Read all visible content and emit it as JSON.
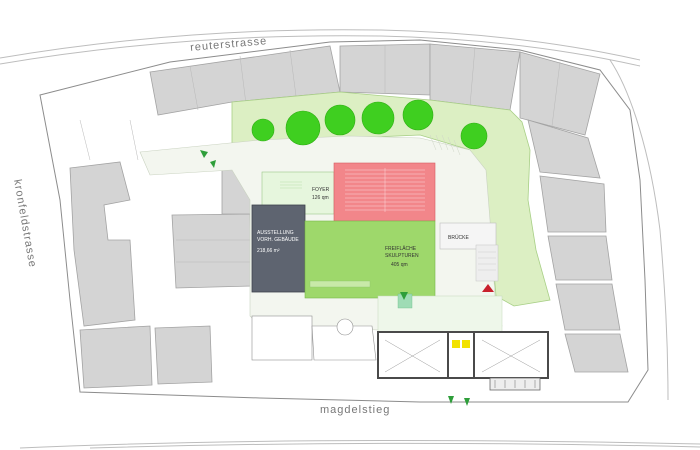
{
  "streets": {
    "north": "reuterstrasse",
    "west": "kronfeldstrasse",
    "south": "magdelstieg"
  },
  "rooms": {
    "foyer": {
      "name": "FOYER",
      "area": "126 qm"
    },
    "ausstellung": {
      "line1": "AUSSTELLUNG",
      "line2": "VORH. GEBÄUDE",
      "area": "218,66 m²"
    },
    "freiflaeche": {
      "line1": "FREIFLÄCHE",
      "line2": "SKULPTUREN",
      "area": "405 qm"
    },
    "bruecke": {
      "name": "BRÜCKE"
    }
  },
  "colors": {
    "building": "#d4d4d4",
    "building_outline": "#9a9a9a",
    "garden": "#dcefc3",
    "open_space": "#9ed86b",
    "auditorium": "#f2868a",
    "existing_hall": "#5e6470",
    "tree": "#3fcf20",
    "wall": "#4a4a4a",
    "accent_yellow": "#f2e200",
    "marker_red": "#c8202c",
    "marker_green": "#2e9e3a"
  }
}
